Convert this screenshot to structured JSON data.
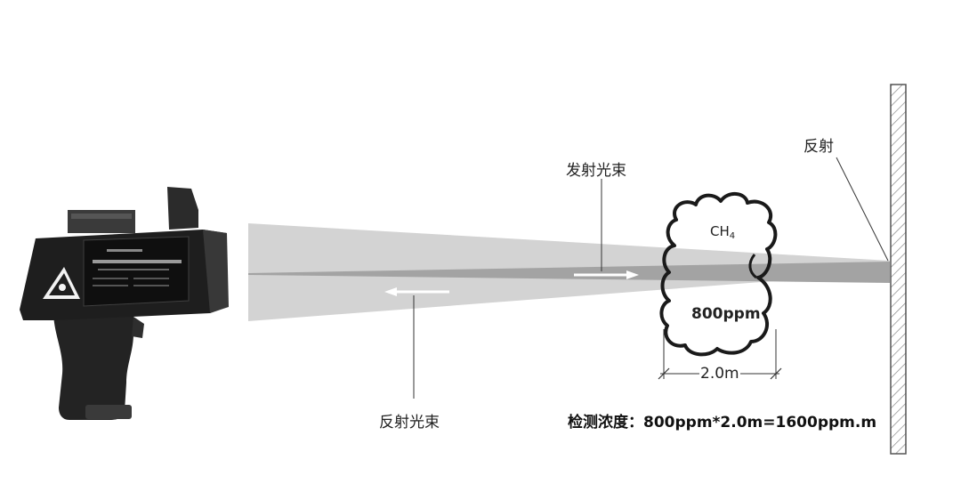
{
  "labels": {
    "emit_beam": "发射光束",
    "return_beam": "反射光束",
    "reflection": "反射",
    "gas_main": "CH",
    "gas_sub": "4",
    "concentration": "800ppm",
    "path_length": "2.0m",
    "formula": "检测浓度：800ppm*2.0m=1600ppm.m"
  },
  "colors": {
    "beam_outer": "#d0d0d0",
    "beam_inner": "#9a9a9a",
    "wall_stroke": "#555555",
    "device_body": "#2a2a2a",
    "device_panel": "#111111"
  },
  "icons": {
    "device": "laser-methane-detector",
    "warning": "laser-warning-icon"
  }
}
